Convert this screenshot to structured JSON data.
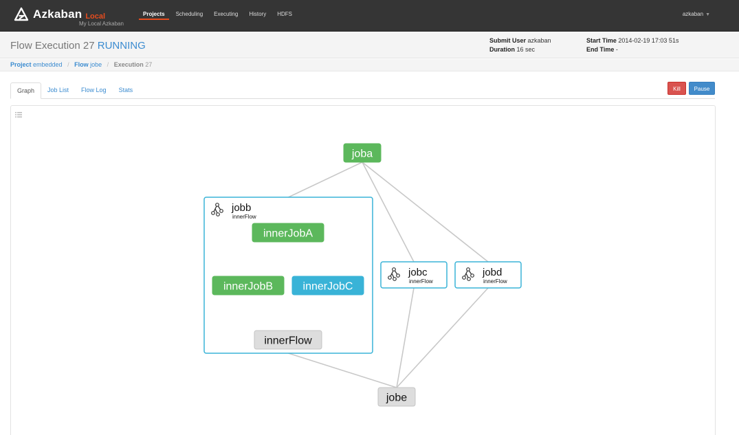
{
  "navbar": {
    "brand": "Azkaban",
    "env": "Local",
    "subtitle": "My Local Azkaban",
    "items": [
      {
        "label": "Projects",
        "active": true
      },
      {
        "label": "Scheduling",
        "active": false
      },
      {
        "label": "Executing",
        "active": false
      },
      {
        "label": "History",
        "active": false
      },
      {
        "label": "HDFS",
        "active": false
      }
    ],
    "user": "azkaban"
  },
  "header": {
    "title": "Flow Execution 27",
    "status": "RUNNING",
    "submit_user_label": "Submit User",
    "submit_user": "azkaban",
    "duration_label": "Duration",
    "duration": "16 sec",
    "start_time_label": "Start Time",
    "start_time": "2014-02-19 17:03 51s",
    "end_time_label": "End Time",
    "end_time": "-"
  },
  "breadcrumb": {
    "project_label": "Project",
    "project": "embedded",
    "flow_label": "Flow",
    "flow": "jobe",
    "execution_label": "Execution",
    "execution": "27"
  },
  "tabs": [
    {
      "label": "Graph",
      "active": true
    },
    {
      "label": "Job List",
      "active": false
    },
    {
      "label": "Flow Log",
      "active": false
    },
    {
      "label": "Stats",
      "active": false
    }
  ],
  "buttons": {
    "kill": "Kill",
    "pause": "Pause"
  },
  "colors": {
    "success": "#5cb85c",
    "running": "#39b3d7",
    "ready": "#dddddd",
    "flow_border": "#39b3d7",
    "edge": "#c8c8c8",
    "kill": "#d9534f",
    "pause": "#428bca",
    "status_running": "#3a8bd0"
  },
  "graph": {
    "nodes": [
      {
        "id": "joba",
        "label": "joba",
        "status": "success"
      },
      {
        "id": "jobb",
        "label": "jobb",
        "sub": "innerFlow",
        "status": "flow"
      },
      {
        "id": "innerJobA",
        "label": "innerJobA",
        "status": "success"
      },
      {
        "id": "innerJobB",
        "label": "innerJobB",
        "status": "success"
      },
      {
        "id": "innerJobC",
        "label": "innerJobC",
        "status": "running"
      },
      {
        "id": "innerFlow",
        "label": "innerFlow",
        "status": "ready"
      },
      {
        "id": "jobc",
        "label": "jobc",
        "sub": "innerFlow",
        "status": "flow"
      },
      {
        "id": "jobd",
        "label": "jobd",
        "sub": "innerFlow",
        "status": "flow"
      },
      {
        "id": "jobe",
        "label": "jobe",
        "status": "ready"
      }
    ],
    "edges": [
      [
        "joba",
        "jobb"
      ],
      [
        "joba",
        "jobc"
      ],
      [
        "joba",
        "jobd"
      ],
      [
        "innerJobA",
        "innerJobB"
      ],
      [
        "innerJobA",
        "innerJobC"
      ],
      [
        "innerJobB",
        "innerFlow"
      ],
      [
        "innerJobC",
        "innerFlow"
      ],
      [
        "jobb",
        "jobe"
      ],
      [
        "jobc",
        "jobe"
      ],
      [
        "jobd",
        "jobe"
      ]
    ]
  }
}
